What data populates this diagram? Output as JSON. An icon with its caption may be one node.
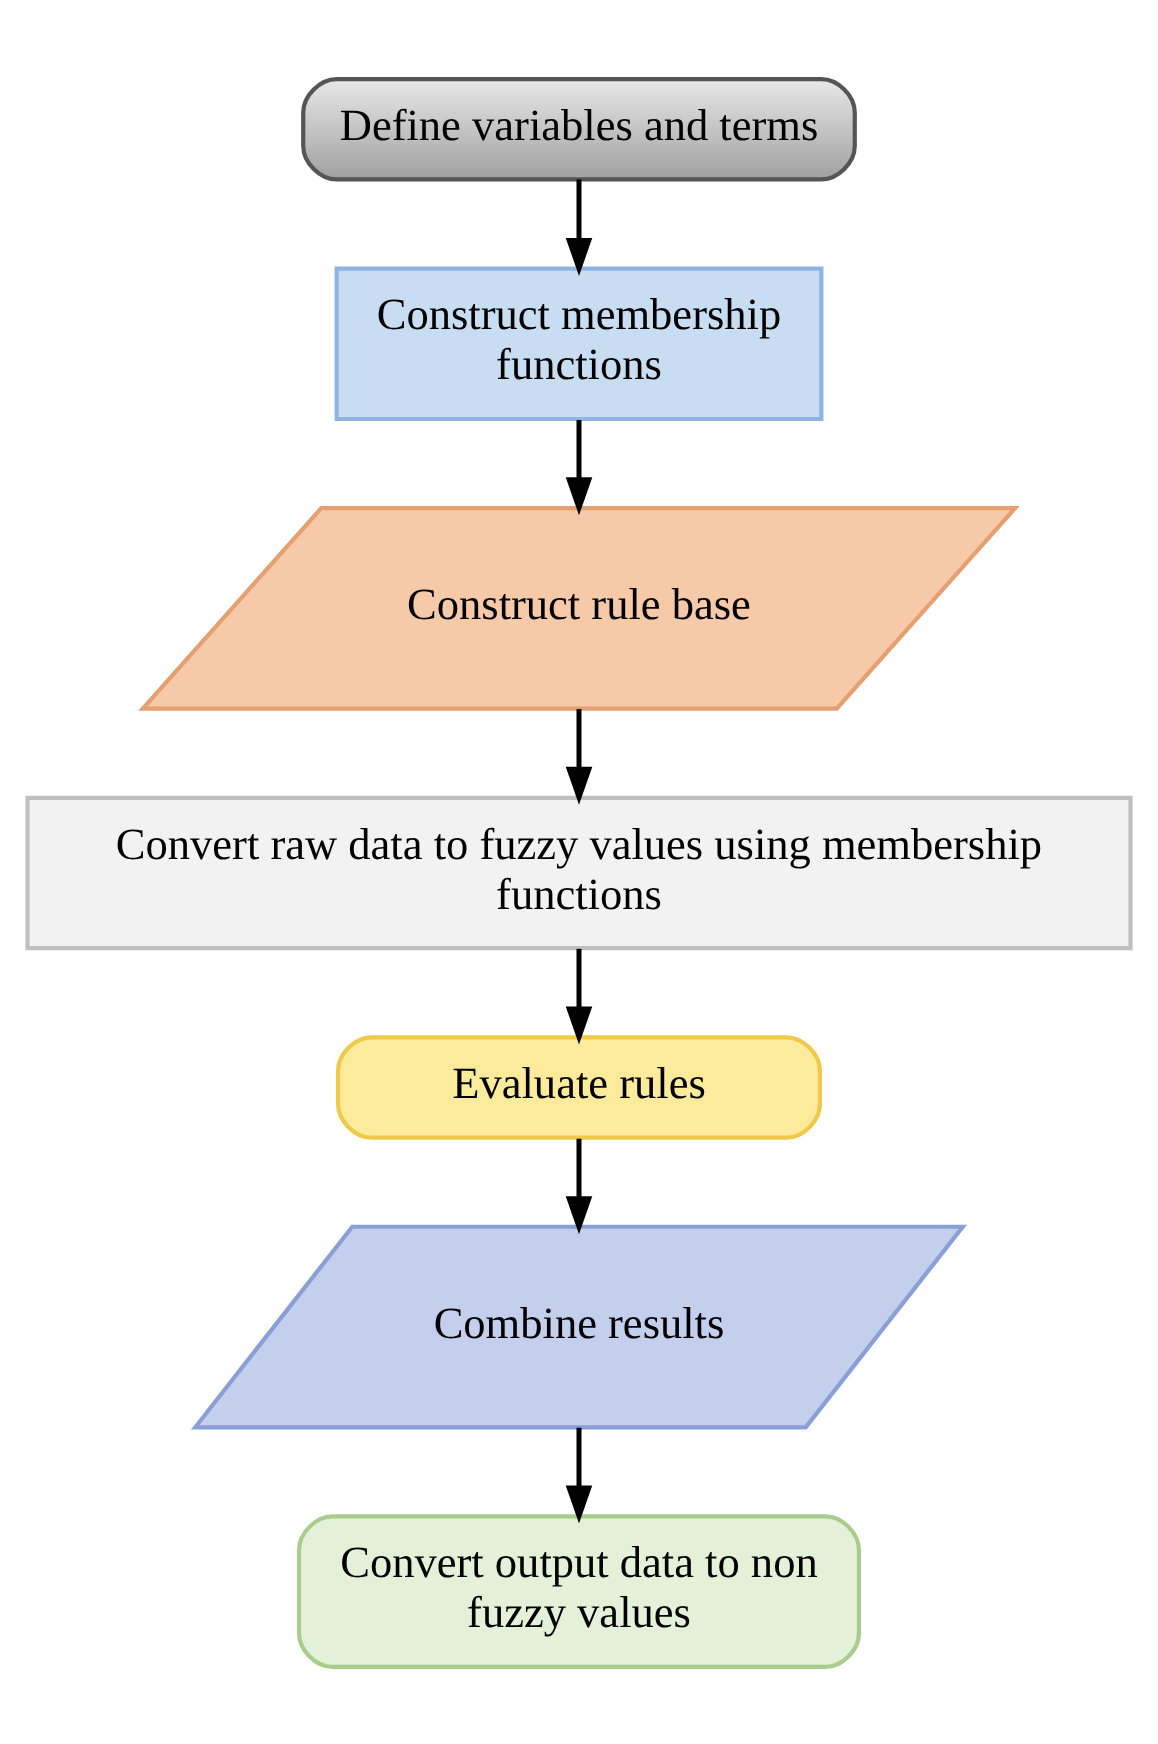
{
  "diagram": {
    "nodes": [
      {
        "text": [
          "Define variables and terms"
        ]
      },
      {
        "text": [
          "Construct membership functions"
        ]
      },
      {
        "text": [
          "Construct rule base"
        ]
      },
      {
        "text": [
          "Convert raw data to fuzzy values using membership functions"
        ]
      },
      {
        "text": [
          "Evaluate rules"
        ]
      },
      {
        "text": [
          "Combine results"
        ]
      },
      {
        "text": [
          "Convert output data to non fuzzy values"
        ]
      }
    ],
    "edges": [
      {
        "from": 0,
        "to": 1,
        "arrow": "to"
      },
      {
        "from": 1,
        "to": 2,
        "arrow": "to"
      },
      {
        "from": 2,
        "to": 3,
        "arrow": "to"
      },
      {
        "from": 3,
        "to": 4,
        "arrow": "to"
      },
      {
        "from": 4,
        "to": 5,
        "arrow": "to"
      },
      {
        "from": 5,
        "to": 6,
        "arrow": "to"
      }
    ]
  }
}
